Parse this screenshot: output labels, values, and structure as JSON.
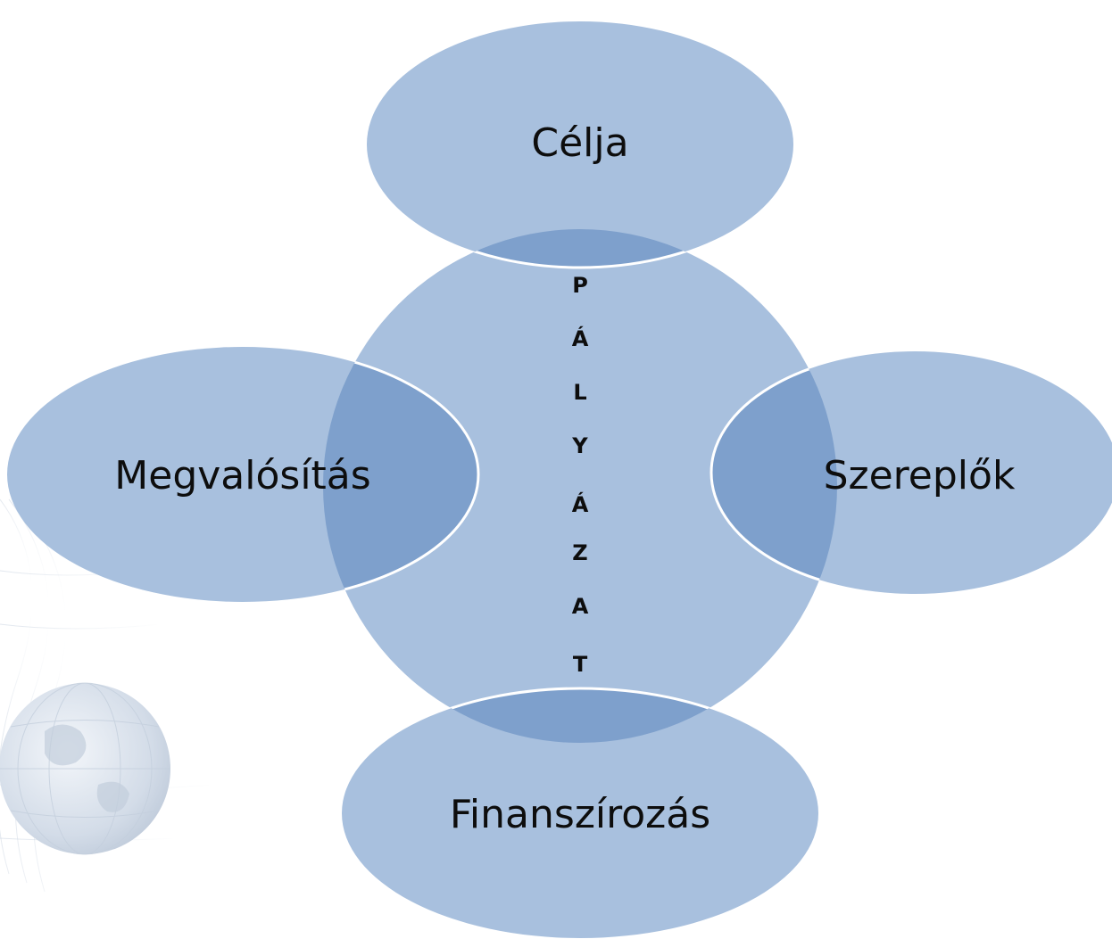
{
  "diagram": {
    "center": {
      "letters": [
        "P",
        "Á",
        "L",
        "Y",
        "Á",
        "Z",
        "A",
        "T"
      ]
    },
    "nodes": {
      "top": {
        "label": "Célja"
      },
      "left": {
        "label": "Megvalósítás"
      },
      "right": {
        "label": "Szereplők"
      },
      "bottom": {
        "label": "Finanszírozás"
      }
    },
    "colors": {
      "shape_fill": "#a8c0de",
      "overlap_fill": "#7ea0cc",
      "outline": "#ffffff",
      "globe": "#d4dde9"
    },
    "icons": {
      "decoration": "globe-icon"
    }
  }
}
